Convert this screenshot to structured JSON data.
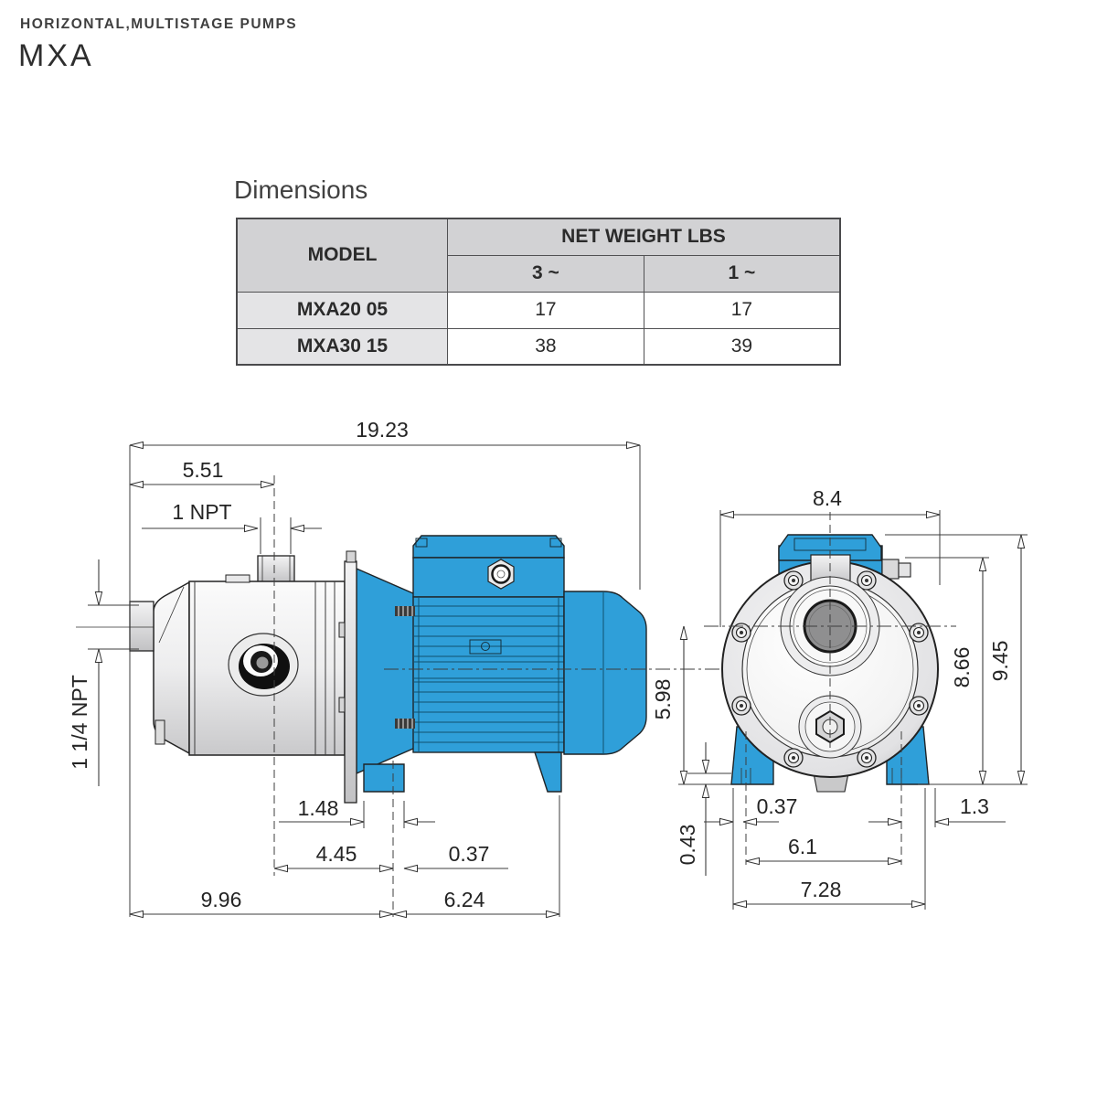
{
  "page": {
    "kicker": "HORIZONTAL,MULTISTAGE PUMPS",
    "title": "MXA",
    "section_title": "Dimensions"
  },
  "table": {
    "headers": {
      "model": "MODEL",
      "group": "NET WEIGHT LBS",
      "three_phase": "3 ~",
      "single_phase": "1 ~"
    },
    "rows": [
      {
        "model": "MXA20 05",
        "three_phase": "17",
        "single_phase": "17"
      },
      {
        "model": "MXA30 15",
        "three_phase": "38",
        "single_phase": "39"
      }
    ]
  },
  "side_view": {
    "label": "pump side view",
    "dims": {
      "overall_length": "19.23",
      "inlet_to_discharge": "5.51",
      "discharge_port": "1 NPT",
      "suction_port": "1 1/4 NPT",
      "foot_width": "1.48",
      "discharge_to_foot_center": "4.45",
      "foot_edge_offset": "0.37",
      "front_to_foot_center": "9.96",
      "foot_center_to_rear": "6.24"
    }
  },
  "front_view": {
    "label": "pump front view",
    "dims": {
      "overall_width": "8.4",
      "body_height": "8.66",
      "overall_height": "9.45",
      "axis_height": "5.98",
      "slot_height": "0.43",
      "slot_edge_offset": "0.37",
      "bolt_slot_spacing": "6.1",
      "foot_outer_width": "7.28",
      "rear_offset": "1.3"
    }
  },
  "colors": {
    "pump_blue": "#2f9fd9",
    "blue_shade": "#11506e",
    "outline": "#1f2427",
    "dim_color": "#3c3c3c",
    "table_header_bg": "#d2d2d4",
    "table_model_bg": "#e4e4e6"
  }
}
